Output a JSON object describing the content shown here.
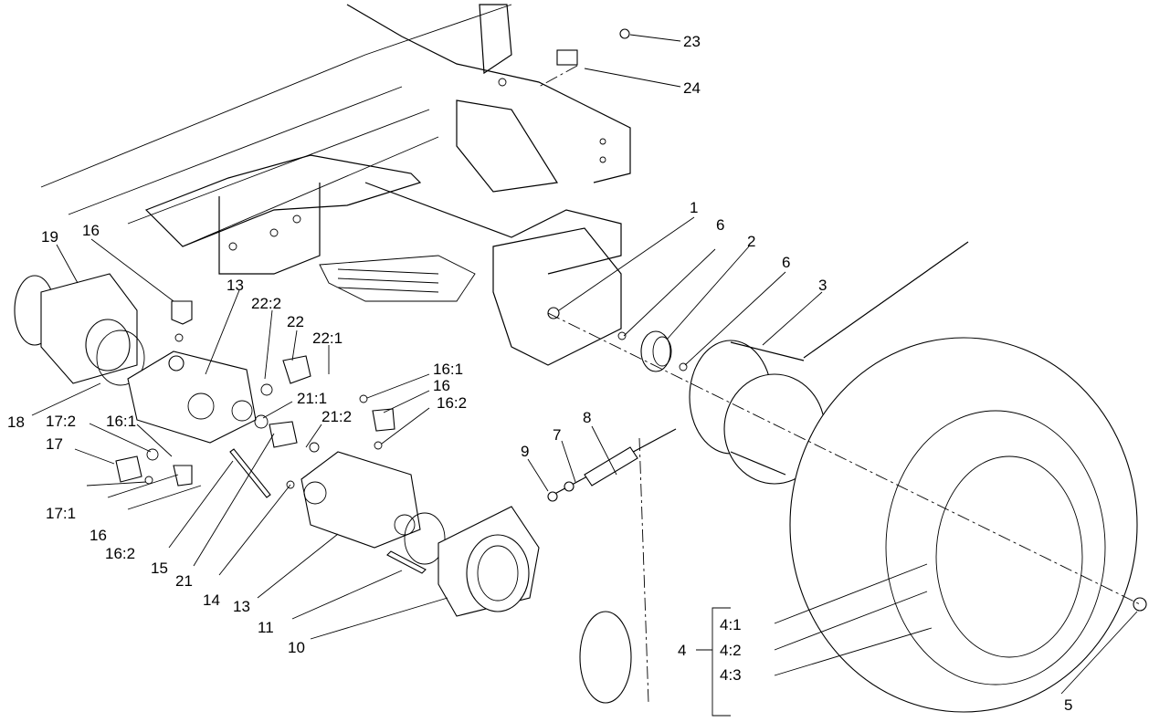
{
  "callouts": {
    "c1": "1",
    "c2": "2",
    "c3": "3",
    "c4": "4",
    "c4_1": "4:1",
    "c4_2": "4:2",
    "c4_3": "4:3",
    "c5": "5",
    "c6a": "6",
    "c6b": "6",
    "c7": "7",
    "c8": "8",
    "c9": "9",
    "c10": "10",
    "c11": "11",
    "c13a": "13",
    "c13b": "13",
    "c14": "14",
    "c15": "15",
    "c16a": "16",
    "c16b": "16",
    "c16c": "16",
    "c16_1a": "16:1",
    "c16_1b": "16:1",
    "c16_2a": "16:2",
    "c16_2b": "16:2",
    "c17": "17",
    "c17_1": "17:1",
    "c17_2": "17:2",
    "c18": "18",
    "c19": "19",
    "c21": "21",
    "c21_1": "21:1",
    "c21_2": "21:2",
    "c22": "22",
    "c22_1": "22:1",
    "c22_2": "22:2",
    "c23": "23",
    "c24": "24"
  }
}
